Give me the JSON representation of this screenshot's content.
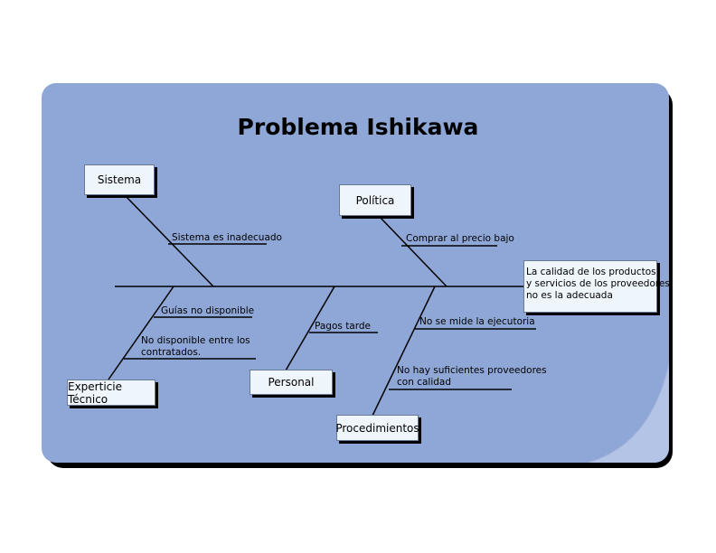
{
  "title": "Problema Ishikawa",
  "effect": {
    "lines": [
      "La calidad de los productos",
      "y servicios de los proveedores",
      "no es la adecuada"
    ]
  },
  "categories": {
    "sistema": "Sistema",
    "politica": "Política",
    "experiencia": "Experticie Técnico",
    "personal": "Personal",
    "procedimientos": "Procedimientos"
  },
  "causes": {
    "sistema_1": "Sistema es inadecuado",
    "politica_1": "Comprar al precio bajo",
    "experiencia_1": "Guías no disponible",
    "experiencia_2": [
      "No disponible entre los",
      "contratados."
    ],
    "personal_1": "Pagos tarde",
    "procedimientos_1": "No se mide la ejecutoria",
    "procedimientos_2": [
      "No hay suficientes proveedores",
      "con calidad"
    ]
  },
  "colors": {
    "card": "#8fa7d6",
    "box_fill": "#eef5fb",
    "line": "#000000"
  }
}
